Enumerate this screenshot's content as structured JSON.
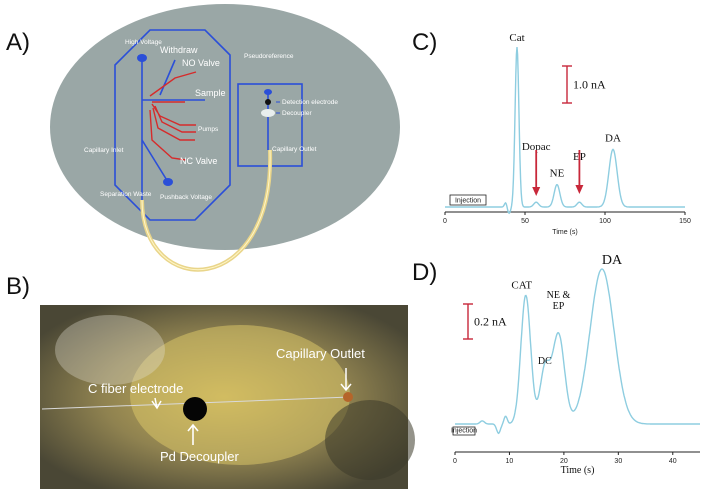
{
  "panels": {
    "a": "A)",
    "b": "B)",
    "c": "C)",
    "d": "D)"
  },
  "chip": {
    "high_voltage": "High Voltage",
    "withdraw": "Withdraw",
    "no_valve": "NO Valve",
    "sample": "Sample",
    "pumps": "Pumps",
    "nc_valve": "NC Valve",
    "capillary_inlet": "Capillary Inlet",
    "separation_waste": "Separation Waste",
    "pushback_voltage": "Pushback Voltage",
    "pseudoreference": "Pseudoreference",
    "detection_electrode": "Detection electrode",
    "decoupler": "Decoupler",
    "capillary_outlet": "Capillary Outlet"
  },
  "photo": {
    "c_fiber": "C fiber electrode",
    "capillary_outlet": "Capillary Outlet",
    "pd_decoupler": "Pd Decoupler"
  },
  "chart_data": [
    {
      "type": "line",
      "xlabel": "Time (s)",
      "xlim": [
        0,
        150
      ],
      "xticks": [
        0,
        50,
        100,
        150
      ],
      "scale_bar": "1.0 nA",
      "injection_label": "Injection",
      "peaks": [
        {
          "label": "Cat",
          "x": 45,
          "height": 1.0
        },
        {
          "label": "Dopac",
          "x": 57,
          "height": 0.03
        },
        {
          "label": "NE",
          "x": 70,
          "height": 0.14
        },
        {
          "label": "EP",
          "x": 84,
          "height": 0.03
        },
        {
          "label": "DA",
          "x": 105,
          "height": 0.36
        }
      ]
    },
    {
      "type": "line",
      "xlabel": "Time (s)",
      "xlim": [
        0,
        45
      ],
      "xticks": [
        0,
        10,
        20,
        30,
        40
      ],
      "scale_bar": "0.2 nA",
      "injection_label": "Injection",
      "peaks": [
        {
          "label": "CAT",
          "x": 13,
          "height": 0.83
        },
        {
          "label": "DC",
          "x": 16.5,
          "height": 0.35
        },
        {
          "label": "NE & EP",
          "x": 19,
          "height": 0.58
        },
        {
          "label": "DA",
          "x": 27,
          "height": 1.0
        }
      ]
    }
  ],
  "colors": {
    "trace": "#8ecde0",
    "marker": "#c8283a",
    "chip": "#2b4fd8",
    "channel": "#d62b2b",
    "ellipse": "#9aa7a6"
  }
}
